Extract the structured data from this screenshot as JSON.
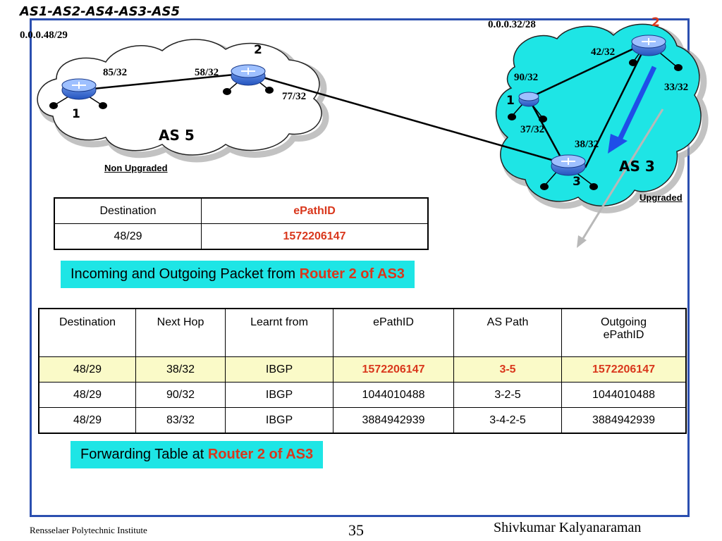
{
  "title": "AS1-AS2-AS4-AS3-AS5",
  "labels": {
    "as5_prefix": "0.0.0.48/29",
    "as3_prefix": "0.0.0.32/28",
    "as5_r1_addr": "85/32",
    "as5_r2_addr": "58/32",
    "as5_r2_host": "77/32",
    "as5_r1_num": "1",
    "as5_r2_num": "2",
    "as5_name": "AS 5",
    "as5_status": "Non Upgraded",
    "as3_r1_addr": "90/32",
    "as3_r1_host": "37/32",
    "as3_r2_addr": "42/32",
    "as3_r2_host": "33/32",
    "as3_r3_addr": "38/32",
    "as3_r1_num": "1",
    "as3_r2_num": "2",
    "as3_r3_num": "3",
    "as3_name": "AS 3",
    "as3_status": "Upgraded"
  },
  "packet_table": {
    "headers": [
      "Destination",
      "ePathID"
    ],
    "row": [
      "48/29",
      "1572206147"
    ]
  },
  "packet_caption": {
    "prefix": "Incoming and Outgoing Packet from ",
    "highlight": "Router 2 of AS3"
  },
  "forwarding_table": {
    "headers": [
      "Destination",
      "Next Hop",
      "Learnt from",
      "ePathID",
      "AS Path",
      "Outgoing ePathID"
    ],
    "rows": [
      [
        "48/29",
        "38/32",
        "IBGP",
        "1572206147",
        "3-5",
        "1572206147"
      ],
      [
        "48/29",
        "90/32",
        "IBGP",
        "1044010488",
        "3-2-5",
        "1044010488"
      ],
      [
        "48/29",
        "83/32",
        "IBGP",
        "3884942939",
        "3-4-2-5",
        "3884942939"
      ]
    ]
  },
  "forwarding_caption": {
    "prefix": "Forwarding Table at ",
    "highlight": "Router 2 of AS3"
  },
  "footer": {
    "institution": "Rensselaer Polytechnic Institute",
    "page": "35",
    "author": "Shivkumar Kalyanaraman"
  },
  "colors": {
    "frame": "#2b4fb0",
    "as3_cloud": "#1ee5e5",
    "highlight_text": "#d9371c",
    "banner": "#1ee5e5",
    "row_highlight": "#fafac8",
    "router": "#3a6fd8",
    "arrow": "#1f4ee8"
  }
}
